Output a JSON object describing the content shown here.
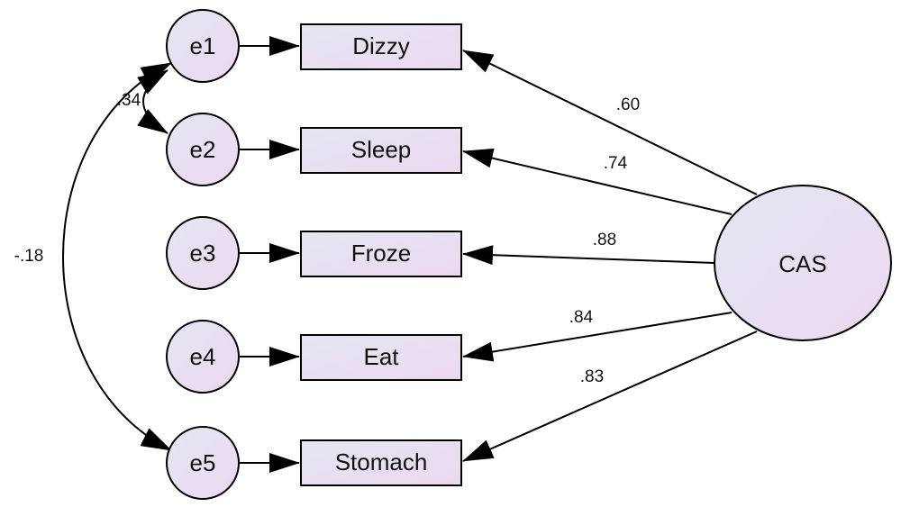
{
  "latent": {
    "label": "CAS"
  },
  "errors": [
    "e1",
    "e2",
    "e3",
    "e4",
    "e5"
  ],
  "indicators": [
    "Dizzy",
    "Sleep",
    "Froze",
    "Eat",
    "Stomach"
  ],
  "loadings": [
    ".60",
    ".74",
    ".88",
    ".84",
    ".83"
  ],
  "covariances": [
    {
      "from": "e1",
      "to": "e2",
      "label": ".34"
    },
    {
      "from": "e1",
      "to": "e5",
      "label": "-.18"
    }
  ],
  "colors": {
    "fill_start": "#e4e7f1",
    "fill_end": "#ecd8f1",
    "stroke": "#000000"
  }
}
